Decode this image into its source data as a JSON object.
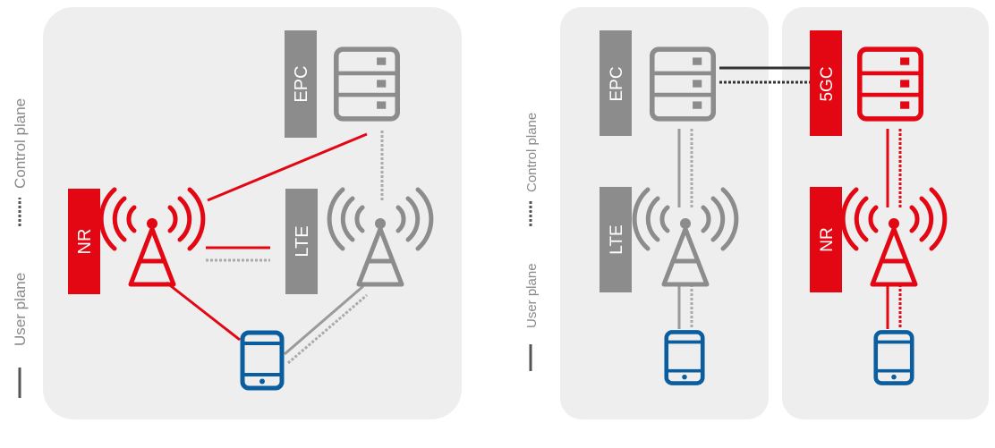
{
  "colors": {
    "red": "#e30613",
    "gray": "#8c8c8c",
    "blue": "#0a5d9e",
    "panel": "#eeeeee",
    "legend_text": "#8a8a8a"
  },
  "left_diagram": {
    "legend": {
      "user_plane": "User plane",
      "control_plane": "Control plane"
    },
    "labels": {
      "epc": "EPC",
      "nr": "NR",
      "lte": "LTE"
    }
  },
  "right_diagram": {
    "legend": {
      "user_plane": "User plane",
      "control_plane": "Control plane"
    },
    "labels": {
      "epc": "EPC",
      "fivegc": "5GC",
      "lte": "LTE",
      "nr": "NR"
    }
  },
  "icons": [
    "server-icon",
    "cell-tower-icon",
    "smartphone-icon"
  ]
}
